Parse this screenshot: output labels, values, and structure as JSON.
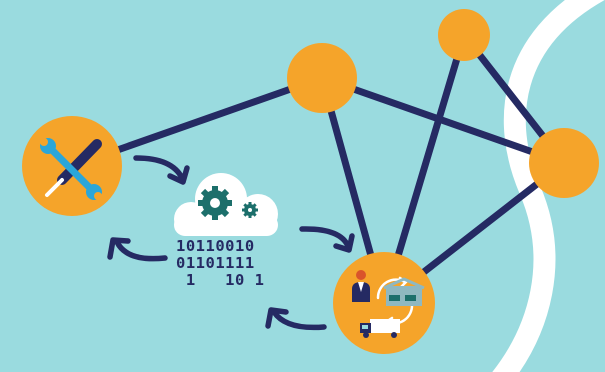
{
  "binary_lines": [
    "10110010",
    "01101111",
    " 1   10 1"
  ],
  "colors": {
    "background": "#9adbdf",
    "edge": "#252a63",
    "node": "#f5a42a",
    "cloud": "#ffffff",
    "gear": "#1c6f6b",
    "track": "#ffffff",
    "wrench": "#2ba6d9",
    "screwdriver": "#252a63"
  },
  "icons": {
    "tools_node": "wrench-screwdriver-icon",
    "cloud": "cloud-gears-icon",
    "logistics_node": "person-truck-cycle-icon"
  }
}
